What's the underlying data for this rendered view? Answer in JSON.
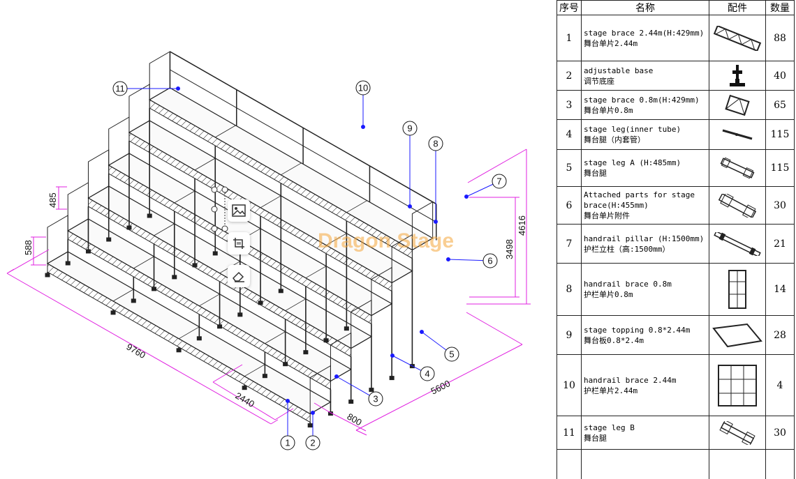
{
  "drawing": {
    "dimensions": {
      "height_485": "485",
      "height_588": "588",
      "length_9760": "9760",
      "span_2440": "2440",
      "depth_800": "800",
      "width_5600": "5600",
      "height_3498": "3498",
      "height_4616": "4616"
    },
    "callouts": [
      "1",
      "2",
      "3",
      "4",
      "5",
      "6",
      "7",
      "8",
      "9",
      "10",
      "11"
    ],
    "watermark": "Dragon Stage",
    "colors": {
      "dimension": "#e020e0",
      "callout": "#1a1aff",
      "structure": "#222222",
      "watermark": "#f4a53a"
    }
  },
  "toolbar": {
    "image_icon": "image-icon",
    "crop_icon": "crop-icon",
    "eraser_icon": "eraser-icon"
  },
  "table": {
    "headers": {
      "no": "序号",
      "name": "名称",
      "part": "配件",
      "qty": "数量"
    },
    "rows": [
      {
        "no": "1",
        "en": "stage brace 2.44m(H:429mm)",
        "cn": "舞台单片2.44m",
        "qty": "88",
        "icon": "stage-brace-long-icon"
      },
      {
        "no": "2",
        "en": " adjustable base",
        "cn": " 调节底座",
        "qty": "40",
        "icon": "adjustable-base-icon"
      },
      {
        "no": "3",
        "en": "stage brace 0.8m(H:429mm)",
        "cn": "舞台单片0.8m",
        "qty": "65",
        "icon": "stage-brace-short-icon"
      },
      {
        "no": "4",
        "en": "stage leg(inner tube)",
        "cn": "舞台腿（内套管）",
        "qty": "115",
        "icon": "inner-tube-icon"
      },
      {
        "no": "5",
        "en": "stage leg A (H:485mm)",
        "cn": "舞台腿",
        "qty": "115",
        "icon": "stage-leg-a-icon"
      },
      {
        "no": "6",
        "en": "Attached parts for stage",
        "en2": "brace(H:455mm)",
        "cn": "舞台单片附件",
        "qty": "30",
        "icon": "attached-parts-icon"
      },
      {
        "no": "7",
        "en": "handrail pillar (H:1500mm)",
        "cn": "护栏立柱（高:1500mm）",
        "qty": "21",
        "icon": "handrail-pillar-icon"
      },
      {
        "no": "8",
        "en": "handrail brace 0.8m",
        "cn": "护栏单片0.8m",
        "qty": "14",
        "icon": "handrail-brace-short-icon"
      },
      {
        "no": "9",
        "en": "stage topping 0.8*2.44m",
        "cn": "舞台板0.8*2.4m",
        "qty": "28",
        "icon": "stage-topping-icon"
      },
      {
        "no": "10",
        "en": "handrail brace 2.44m",
        "cn": "护栏单片2.44m",
        "qty": "4",
        "icon": "handrail-brace-long-icon"
      },
      {
        "no": "11",
        "en": " stage leg B",
        "cn": " 舞台腿",
        "qty": "30",
        "icon": "stage-leg-b-icon"
      }
    ]
  }
}
